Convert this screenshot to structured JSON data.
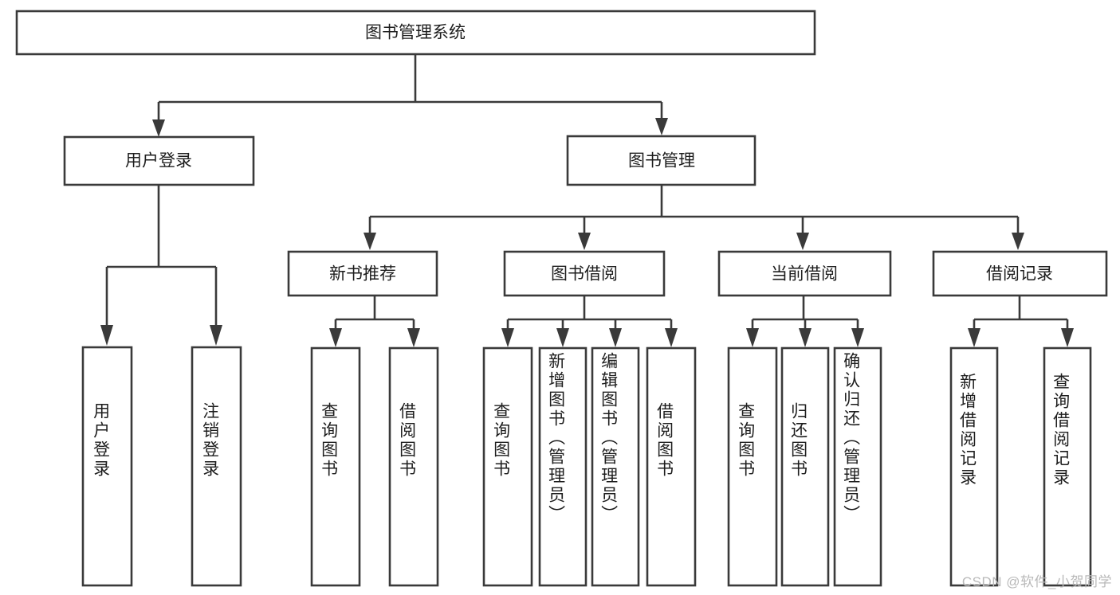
{
  "diagram": {
    "type": "hierarchy-tree",
    "title": "图书管理系统",
    "root": {
      "id": "root",
      "label": "图书管理系统",
      "orientation": "horizontal"
    },
    "level2": [
      {
        "id": "user-login",
        "label": "用户登录",
        "orientation": "horizontal"
      },
      {
        "id": "book-management",
        "label": "图书管理",
        "orientation": "horizontal"
      }
    ],
    "level3": [
      {
        "id": "new-book-recommend",
        "label": "新书推荐",
        "orientation": "horizontal",
        "parent": "book-management"
      },
      {
        "id": "book-borrow",
        "label": "图书借阅",
        "orientation": "horizontal",
        "parent": "book-management"
      },
      {
        "id": "current-borrow",
        "label": "当前借阅",
        "orientation": "horizontal",
        "parent": "book-management"
      },
      {
        "id": "borrow-record",
        "label": "借阅记录",
        "orientation": "horizontal",
        "parent": "book-management"
      }
    ],
    "leaves": [
      {
        "id": "leaf-user-login",
        "label": "用户登录",
        "orientation": "vertical",
        "parent": "user-login"
      },
      {
        "id": "leaf-logout-login",
        "label": "注销登录",
        "orientation": "vertical",
        "parent": "user-login"
      },
      {
        "id": "leaf-query-book-1",
        "label": "查询图书",
        "orientation": "vertical",
        "parent": "new-book-recommend"
      },
      {
        "id": "leaf-borrow-book-1",
        "label": "借阅图书",
        "orientation": "vertical",
        "parent": "new-book-recommend"
      },
      {
        "id": "leaf-query-book-2",
        "label": "查询图书",
        "orientation": "vertical",
        "parent": "book-borrow"
      },
      {
        "id": "leaf-add-book",
        "label": "新增图书（管理员）",
        "orientation": "vertical",
        "parent": "book-borrow"
      },
      {
        "id": "leaf-edit-book",
        "label": "编辑图书（管理员）",
        "orientation": "vertical",
        "parent": "book-borrow"
      },
      {
        "id": "leaf-borrow-book-2",
        "label": "借阅图书",
        "orientation": "vertical",
        "parent": "book-borrow"
      },
      {
        "id": "leaf-query-book-3",
        "label": "查询图书",
        "orientation": "vertical",
        "parent": "current-borrow"
      },
      {
        "id": "leaf-return-book",
        "label": "归还图书",
        "orientation": "vertical",
        "parent": "current-borrow"
      },
      {
        "id": "leaf-confirm-return",
        "label": "确认归还（管理员）",
        "orientation": "vertical",
        "parent": "current-borrow"
      },
      {
        "id": "leaf-add-record",
        "label": "新增借阅记录",
        "orientation": "vertical",
        "parent": "borrow-record"
      },
      {
        "id": "leaf-query-record",
        "label": "查询借阅记录",
        "orientation": "vertical",
        "parent": "borrow-record"
      }
    ],
    "colors": {
      "stroke": "#3a3a3a",
      "fill": "#ffffff",
      "text": "#1d1d1d",
      "watermark": "#b9b9b9"
    }
  },
  "watermark": {
    "text": "CSDN @软件_小贺同学"
  }
}
